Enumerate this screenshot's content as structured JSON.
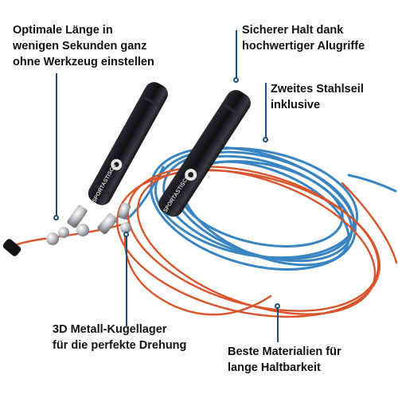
{
  "callouts": {
    "length": {
      "line1": "Optimale Länge in",
      "line2": "wenigen Sekunden ganz",
      "line3": "ohne Werkzeug einstellen"
    },
    "grip": {
      "line1": "Sicherer Halt dank",
      "line2": "hochwertiger Alugriffe"
    },
    "second_cable": {
      "line1": "Zweites Stahlseil",
      "line2": "inklusive"
    },
    "bearing": {
      "line1": "3D Metall-Kugellager",
      "line2": "für die perfekte Drehung"
    },
    "materials": {
      "line1": "Beste Materialien für",
      "line2": "lange Haltbarkeit"
    }
  },
  "product": {
    "brand_logo_text": "SPORTASTISCH",
    "handle_color": "#17181a",
    "blue_cable_color": "#2e7fbf",
    "orange_cable_color": "#d9532b",
    "metal_color": "#c7c9cc",
    "leader_color": "#1f4e79"
  }
}
